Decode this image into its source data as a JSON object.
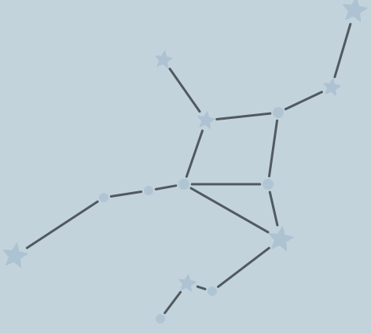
{
  "colors": {
    "background": "#c3d3dc",
    "line": "#515a60",
    "star": "#adc2d2",
    "dot": "#b0c5d4"
  },
  "stars": [
    {
      "id": "s0",
      "kind": "star",
      "size": "large"
    },
    {
      "id": "s1",
      "kind": "star",
      "size": "small"
    },
    {
      "id": "s2",
      "kind": "dot",
      "size": "medium"
    },
    {
      "id": "s3",
      "kind": "star",
      "size": "small"
    },
    {
      "id": "s4",
      "kind": "star",
      "size": "small"
    },
    {
      "id": "s5",
      "kind": "dot",
      "size": "medium"
    },
    {
      "id": "s6",
      "kind": "dot",
      "size": "medium"
    },
    {
      "id": "s7",
      "kind": "dot",
      "size": "small"
    },
    {
      "id": "s8",
      "kind": "dot",
      "size": "small"
    },
    {
      "id": "s9",
      "kind": "star",
      "size": "large"
    },
    {
      "id": "s10",
      "kind": "star",
      "size": "large"
    },
    {
      "id": "s11",
      "kind": "dot",
      "size": "small"
    },
    {
      "id": "s12",
      "kind": "star",
      "size": "small"
    },
    {
      "id": "s13",
      "kind": "dot",
      "size": "small"
    }
  ],
  "edges": [
    [
      "s0",
      "s1"
    ],
    [
      "s1",
      "s2"
    ],
    [
      "s2",
      "s3"
    ],
    [
      "s4",
      "s3"
    ],
    [
      "s3",
      "s5"
    ],
    [
      "s5",
      "s6"
    ],
    [
      "s2",
      "s6"
    ],
    [
      "s5",
      "s7"
    ],
    [
      "s7",
      "s8"
    ],
    [
      "s8",
      "s9"
    ],
    [
      "s5",
      "s10"
    ],
    [
      "s6",
      "s10"
    ],
    [
      "s10",
      "s11"
    ],
    [
      "s11",
      "s12"
    ],
    [
      "s12",
      "s13"
    ]
  ]
}
